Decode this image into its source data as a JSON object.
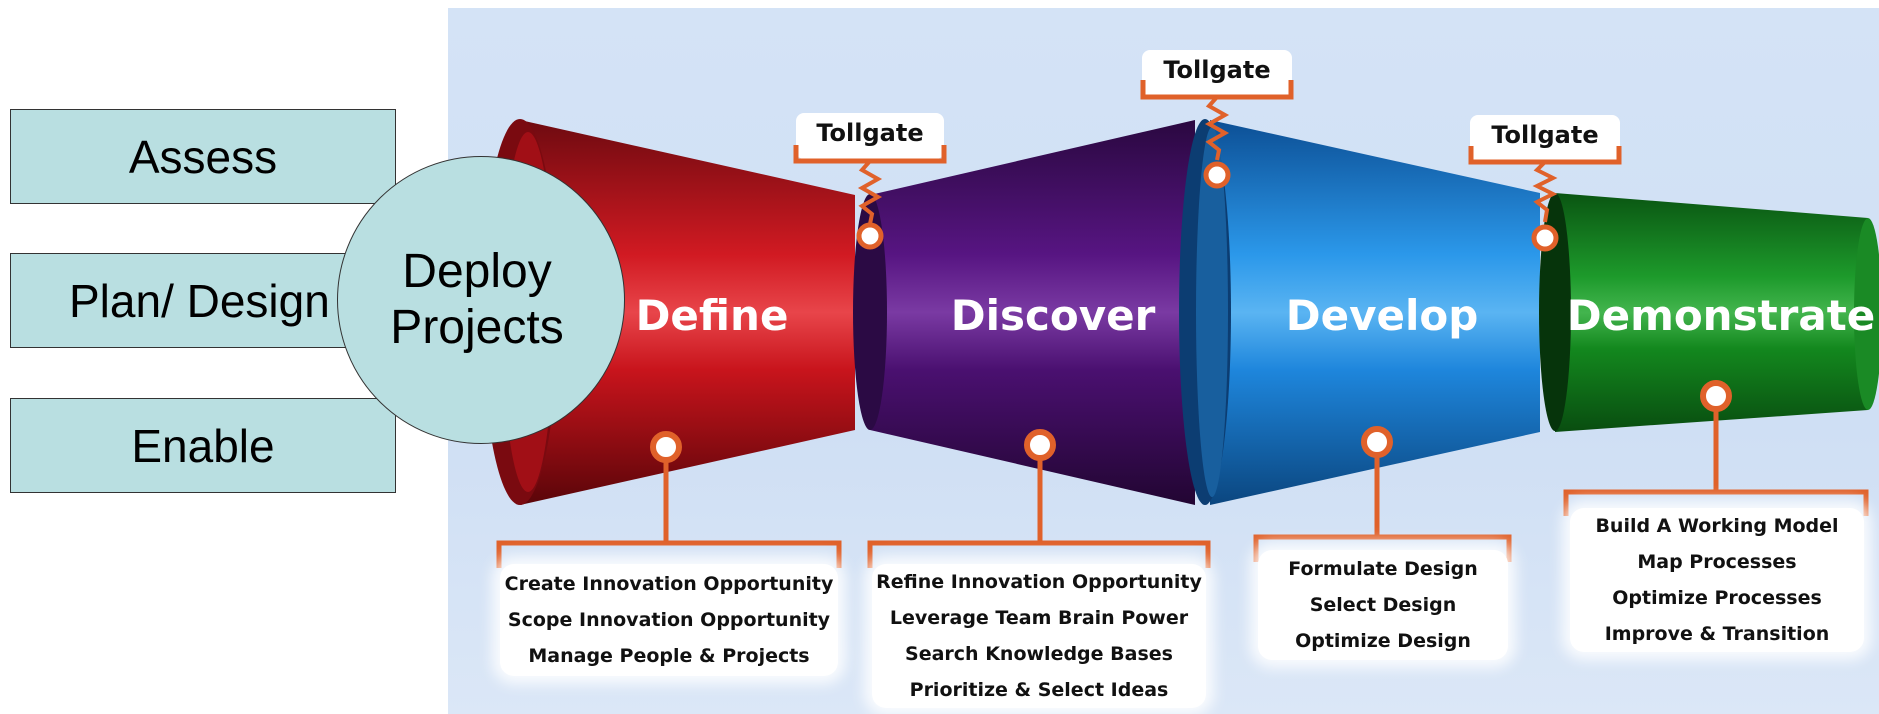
{
  "phases": {
    "assess": "Assess",
    "plan_design": "Plan/ Design",
    "enable": "Enable",
    "deploy": "Deploy Projects"
  },
  "stages": [
    {
      "name": "Define",
      "color": "#c8141c",
      "activities": [
        "Create Innovation Opportunity",
        "Scope Innovation Opportunity",
        "Manage People & Projects"
      ]
    },
    {
      "name": "Discover",
      "color": "#4a1070",
      "activities": [
        "Refine Innovation Opportunity",
        "Leverage Team Brain Power",
        "Search Knowledge Bases",
        "Prioritize & Select Ideas"
      ]
    },
    {
      "name": "Develop",
      "color": "#1e86dc",
      "activities": [
        "Formulate Design",
        "Select Design",
        "Optimize Design"
      ]
    },
    {
      "name": "Demonstrate",
      "color": "#13881e",
      "activities": [
        "Build A Working Model",
        "Map Processes",
        "Optimize Processes",
        "Improve & Transition"
      ]
    }
  ],
  "tollgates": [
    "Tollgate",
    "Tollgate",
    "Tollgate"
  ],
  "connector_color": "#e0612a"
}
